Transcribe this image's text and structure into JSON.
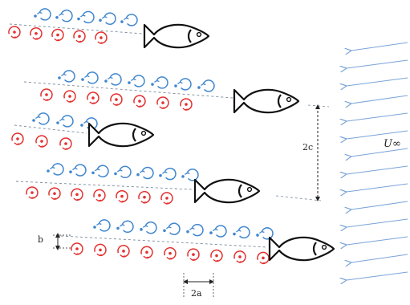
{
  "labels": {
    "spacing_c": "2c",
    "spacing_a": "2a",
    "spacing_b": "b",
    "flow_speed": "U∞"
  },
  "colors": {
    "vortex_red": "#e3302f",
    "vortex_blue": "#3f86cf",
    "flow_arrow": "#7aa4d8",
    "fish_outline": "#111111",
    "wake_line": "#7a8a9a"
  },
  "fish_count": 5,
  "flow_arrow_count": 14,
  "vortex_rows": [
    {
      "red": 5,
      "blue": 5
    },
    {
      "red": 7,
      "blue": 7
    },
    {
      "red": 3,
      "blue": 3
    },
    {
      "red": 7,
      "blue": 7
    },
    {
      "red": 9,
      "blue": 8
    }
  ]
}
